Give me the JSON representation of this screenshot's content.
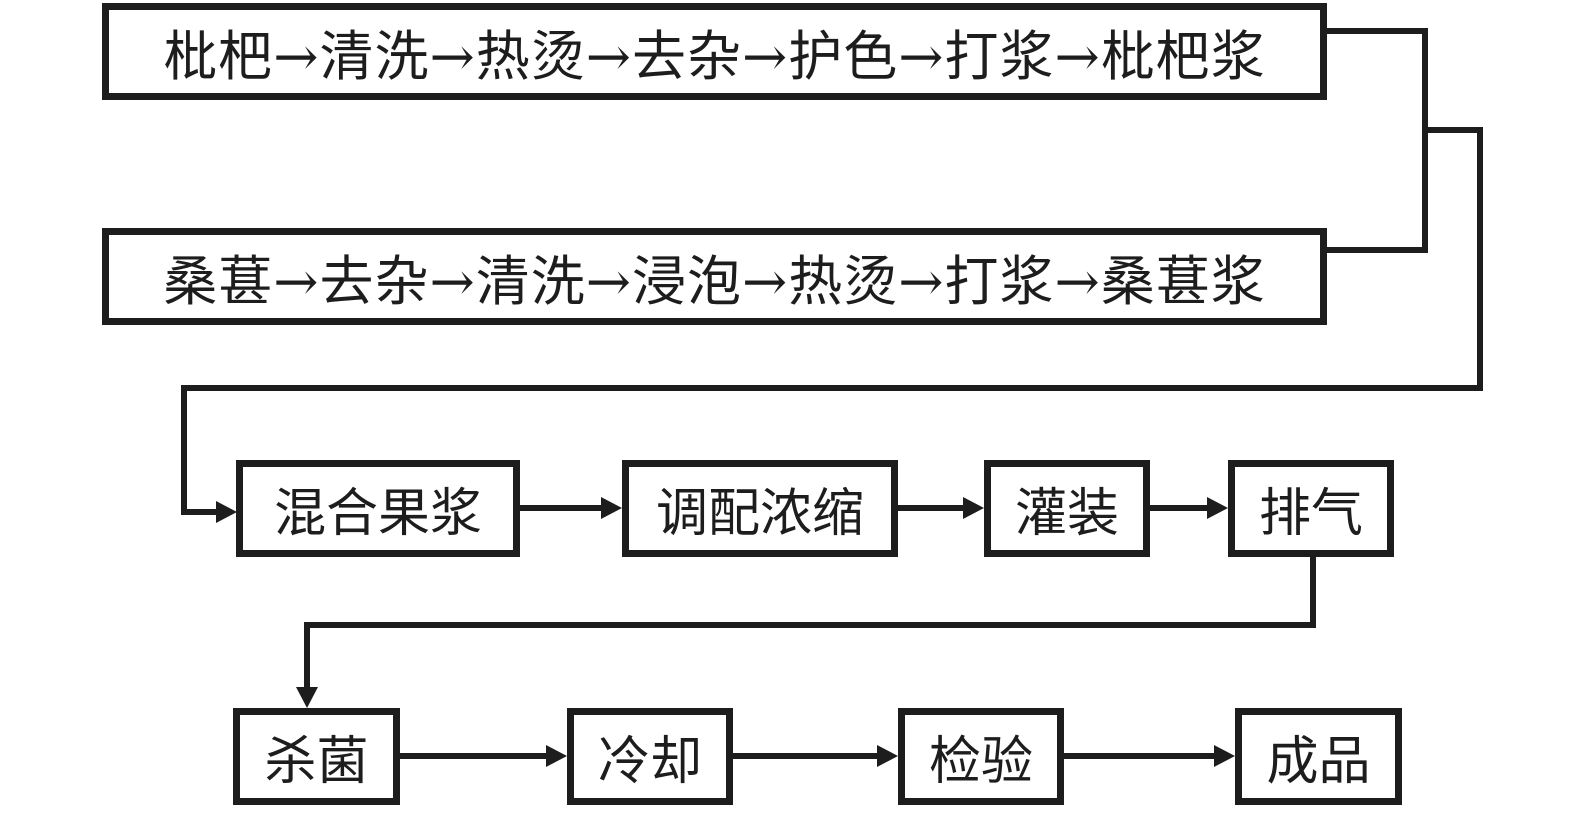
{
  "diagram": {
    "type": "flowchart",
    "language": "zh-CN",
    "colors": {
      "ink": "#1d1d1d",
      "background": "#ffffff"
    },
    "prep_lines": [
      {
        "id": "loquat-prep",
        "label": "枇杷→清洗→热烫→去杂→护色→打浆→枇杷浆"
      },
      {
        "id": "mulberry-prep",
        "label": "桑葚→去杂→清洗→浸泡→热烫→打浆→桑葚浆"
      }
    ],
    "main_steps": [
      {
        "id": "mixed-pulp",
        "label": "混合果浆"
      },
      {
        "id": "blend-concentrate",
        "label": "调配浓缩"
      },
      {
        "id": "filling",
        "label": "灌装"
      },
      {
        "id": "exhaust",
        "label": "排气"
      }
    ],
    "final_steps": [
      {
        "id": "sterilize",
        "label": "杀菌"
      },
      {
        "id": "cooling",
        "label": "冷却"
      },
      {
        "id": "inspection",
        "label": "检验"
      },
      {
        "id": "finished-product",
        "label": "成品"
      }
    ],
    "connections": [
      {
        "from": "loquat-prep",
        "to": "mixed-pulp"
      },
      {
        "from": "mulberry-prep",
        "to": "mixed-pulp"
      },
      {
        "from": "mixed-pulp",
        "to": "blend-concentrate"
      },
      {
        "from": "blend-concentrate",
        "to": "filling"
      },
      {
        "from": "filling",
        "to": "exhaust"
      },
      {
        "from": "exhaust",
        "to": "sterilize"
      },
      {
        "from": "sterilize",
        "to": "cooling"
      },
      {
        "from": "cooling",
        "to": "inspection"
      },
      {
        "from": "inspection",
        "to": "finished-product"
      }
    ]
  }
}
